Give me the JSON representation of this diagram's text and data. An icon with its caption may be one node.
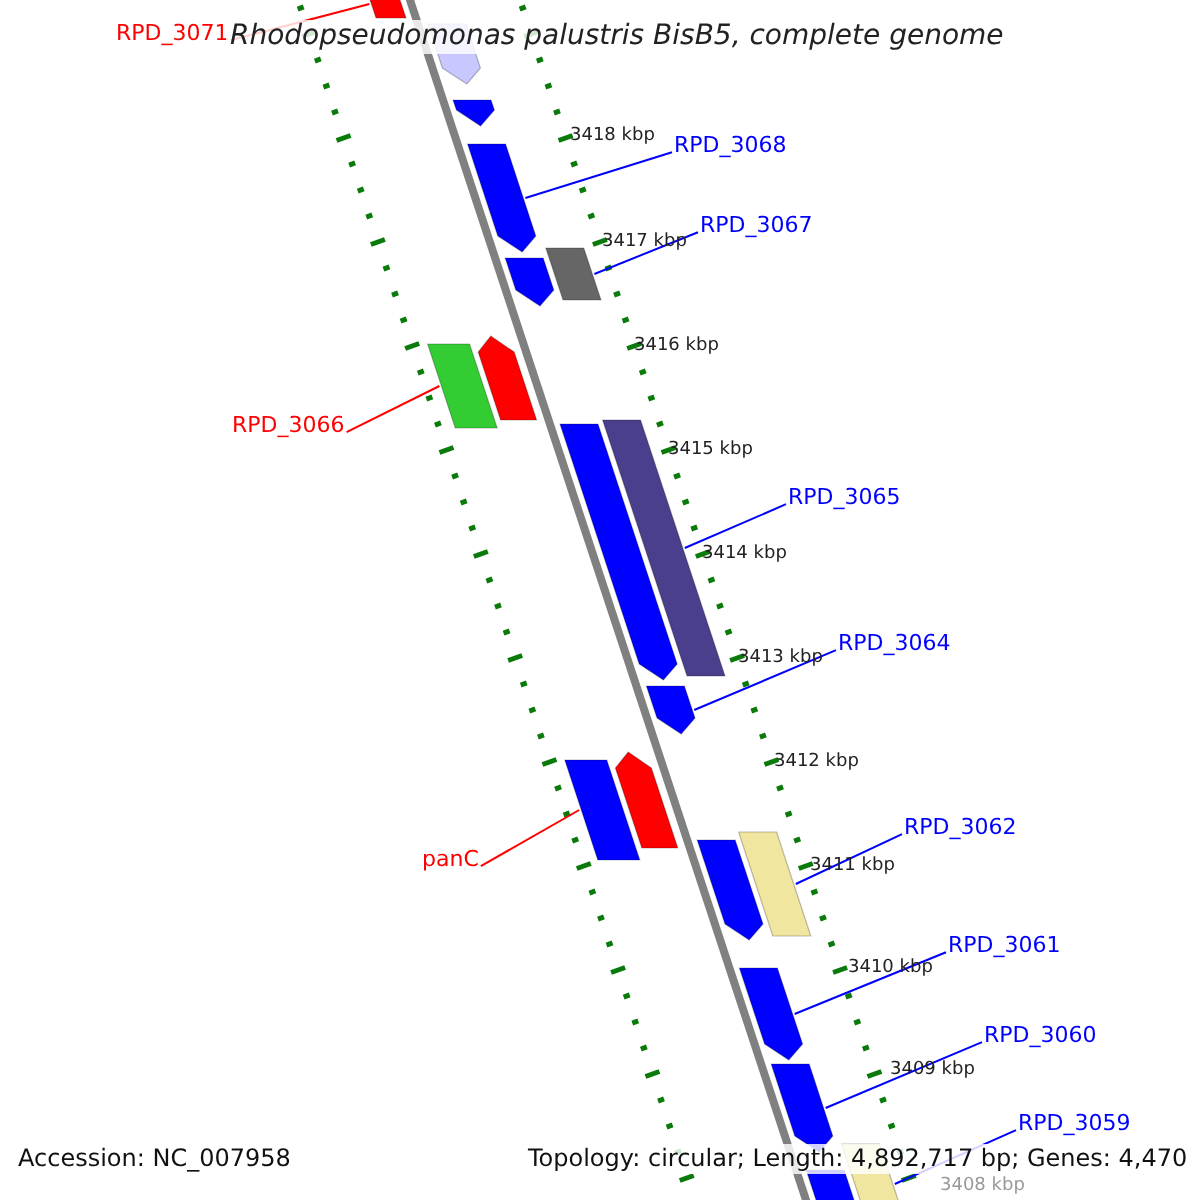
{
  "diagram": {
    "title": "Rhodopseudomonas palustris BisB5, complete genome",
    "nodes": [
      {
        "text": [
          "RPD_3071"
        ]
      },
      {
        "text": [],
        "shape": "arrow"
      },
      {
        "text": [],
        "shape": "arrow"
      },
      {
        "text": [],
        "shape": "arrow"
      },
      {
        "text": [
          "RPD_3068"
        ]
      },
      {
        "text": [],
        "shape": "arrow"
      },
      {
        "text": [
          "RPD_3067"
        ]
      },
      {
        "text": [],
        "shape": "box"
      },
      {
        "text": [],
        "shape": "arrow"
      },
      {
        "text": [],
        "shape": "arrow"
      },
      {
        "text": [],
        "shape": "box"
      },
      {
        "text": [
          "RPD_3066"
        ]
      },
      {
        "text": [],
        "shape": "box"
      },
      {
        "text": [],
        "shape": "arrow"
      },
      {
        "text": [
          "RPD_3065"
        ]
      },
      {
        "text": [
          "RPD_3064"
        ]
      },
      {
        "text": [],
        "shape": "arrow"
      },
      {
        "text": [],
        "shape": "arrow"
      },
      {
        "text": [],
        "shape": "box"
      },
      {
        "text": [
          "RPD_3062"
        ]
      },
      {
        "text": [
          "panC"
        ]
      },
      {
        "text": [],
        "shape": "arrow"
      },
      {
        "text": [],
        "shape": "box"
      },
      {
        "text": [
          "RPD_3061"
        ]
      },
      {
        "text": [],
        "shape": "arrow"
      },
      {
        "text": [
          "RPD_3060"
        ]
      },
      {
        "text": [],
        "shape": "arrow"
      },
      {
        "text": [
          "RPD_3059"
        ]
      },
      {
        "text": [],
        "shape": "box"
      },
      {
        "text": [],
        "shape": "arrow"
      }
    ],
    "edges": [
      {
        "from": 0,
        "to": 1,
        "arrow": "none",
        "color": "#ff0000"
      },
      {
        "from": 4,
        "to": 5,
        "arrow": "none"
      },
      {
        "from": 6,
        "to": 7,
        "arrow": "none"
      },
      {
        "from": 11,
        "to": 10,
        "arrow": "none",
        "color": "#ff0000"
      },
      {
        "from": 14,
        "to": 12,
        "arrow": "none"
      },
      {
        "from": 15,
        "to": 16,
        "arrow": "none"
      },
      {
        "from": 20,
        "to": 18,
        "arrow": "none",
        "color": "#ff0000"
      },
      {
        "from": 19,
        "to": 22,
        "arrow": "none"
      },
      {
        "from": 23,
        "to": 24,
        "arrow": "none"
      },
      {
        "from": 25,
        "to": 26,
        "arrow": "none"
      },
      {
        "from": 27,
        "to": 28,
        "arrow": "none"
      }
    ],
    "labels": [
      "3418 kbp",
      "3417 kbp",
      "3416 kbp",
      "3415 kbp",
      "3414 kbp",
      "3413 kbp",
      "3412 kbp",
      "3411 kbp",
      "3410 kbp",
      "3409 kbp",
      "3408 kbp",
      "Accession: NC_007958",
      "Topology: circular; Length: 4,892,717 bp; Genes: 4,470"
    ]
  }
}
